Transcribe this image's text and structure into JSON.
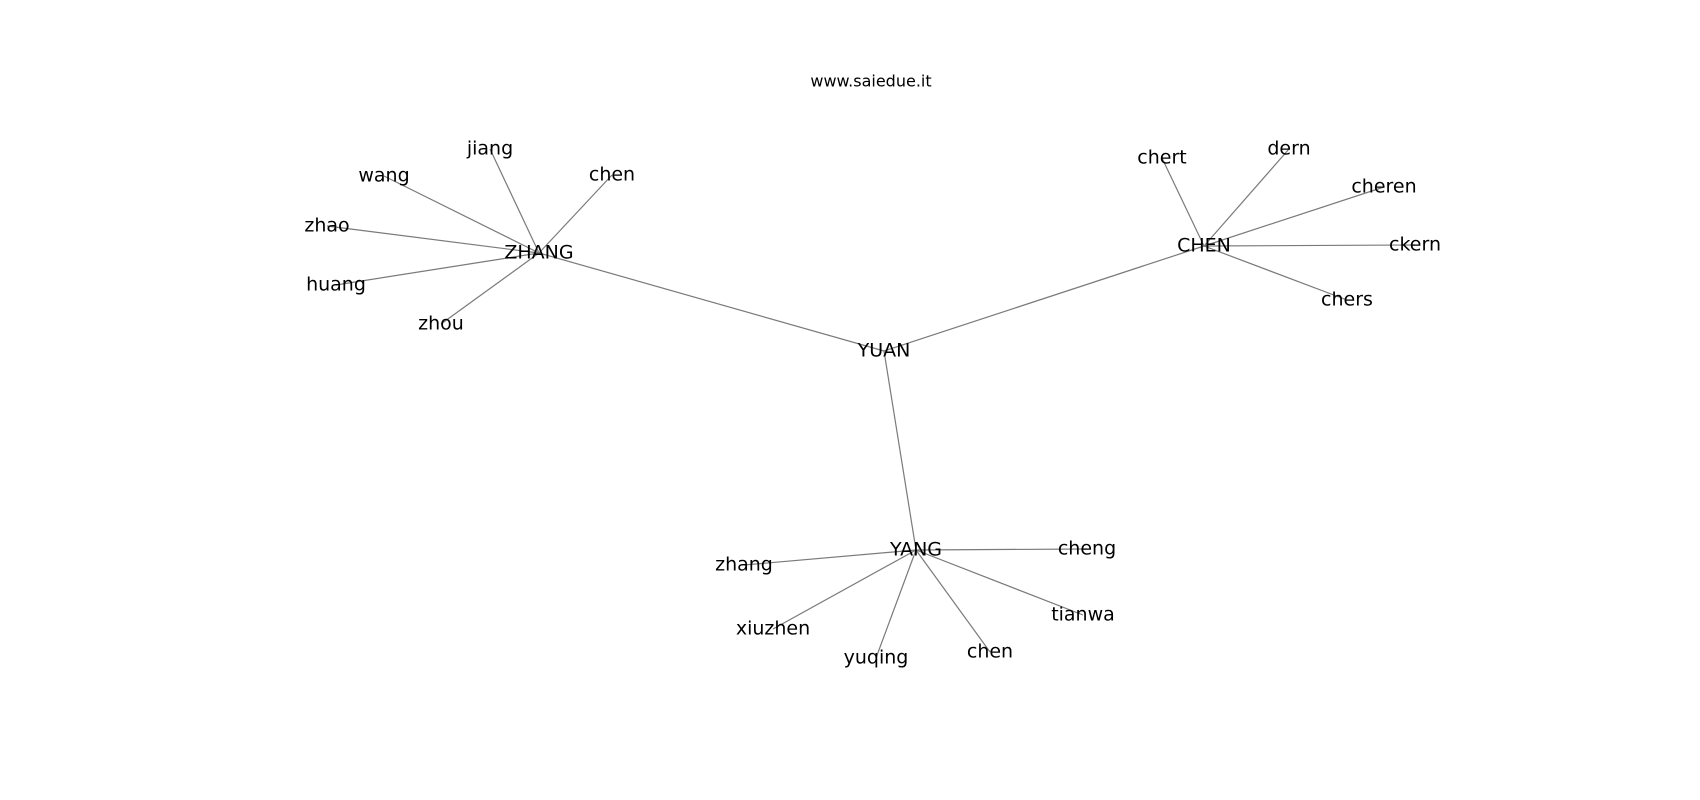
{
  "title": "www.saiedue.it",
  "colors": {
    "edge": "#7a7a7a",
    "text": "#000000",
    "background": "#ffffff"
  },
  "nodes": [
    {
      "id": "yuan",
      "label": "YUAN"
    },
    {
      "id": "zhang_hub",
      "label": "ZHANG"
    },
    {
      "id": "chen_hub",
      "label": "CHEN"
    },
    {
      "id": "yang_hub",
      "label": "YANG"
    },
    {
      "id": "jiang",
      "label": "jiang"
    },
    {
      "id": "wang",
      "label": "wang"
    },
    {
      "id": "chen_z",
      "label": "chen"
    },
    {
      "id": "zhao",
      "label": "zhao"
    },
    {
      "id": "huang",
      "label": "huang"
    },
    {
      "id": "zhou",
      "label": "zhou"
    },
    {
      "id": "chert",
      "label": "chert"
    },
    {
      "id": "dern",
      "label": "dern"
    },
    {
      "id": "cheren",
      "label": "cheren"
    },
    {
      "id": "ckern",
      "label": "ckern"
    },
    {
      "id": "chers",
      "label": "chers"
    },
    {
      "id": "zhang_y",
      "label": "zhang"
    },
    {
      "id": "cheng",
      "label": "cheng"
    },
    {
      "id": "tianwa",
      "label": "tianwa"
    },
    {
      "id": "xiuzhen",
      "label": "xiuzhen"
    },
    {
      "id": "yuqing",
      "label": "yuqing"
    },
    {
      "id": "chen_y",
      "label": "chen"
    }
  ],
  "edges": [
    [
      "yuan",
      "zhang_hub"
    ],
    [
      "yuan",
      "chen_hub"
    ],
    [
      "yuan",
      "yang_hub"
    ],
    [
      "zhang_hub",
      "jiang"
    ],
    [
      "zhang_hub",
      "wang"
    ],
    [
      "zhang_hub",
      "chen_z"
    ],
    [
      "zhang_hub",
      "zhao"
    ],
    [
      "zhang_hub",
      "huang"
    ],
    [
      "zhang_hub",
      "zhou"
    ],
    [
      "chen_hub",
      "chert"
    ],
    [
      "chen_hub",
      "dern"
    ],
    [
      "chen_hub",
      "cheren"
    ],
    [
      "chen_hub",
      "ckern"
    ],
    [
      "chen_hub",
      "chers"
    ],
    [
      "yang_hub",
      "zhang_y"
    ],
    [
      "yang_hub",
      "cheng"
    ],
    [
      "yang_hub",
      "tianwa"
    ],
    [
      "yang_hub",
      "xiuzhen"
    ],
    [
      "yang_hub",
      "yuqing"
    ],
    [
      "yang_hub",
      "chen_y"
    ]
  ]
}
